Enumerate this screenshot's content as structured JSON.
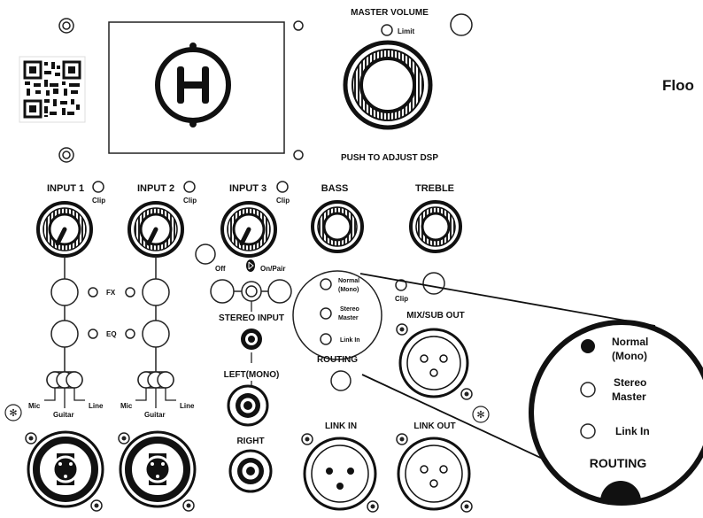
{
  "panel": {
    "master_volume": "MASTER VOLUME",
    "limit": "Limit",
    "push_to_adjust": "PUSH TO ADJUST DSP",
    "side_text": "Floo",
    "inputs": [
      {
        "label": "INPUT 1",
        "clip": "Clip"
      },
      {
        "label": "INPUT 2",
        "clip": "Clip"
      },
      {
        "label": "INPUT 3",
        "clip": "Clip"
      }
    ],
    "bass": "BASS",
    "treble": "TREBLE",
    "fx": "FX",
    "eq": "EQ",
    "mic": "Mic",
    "guitar": "Guitar",
    "line": "Line",
    "bt_off": "Off",
    "bt_on_pair": "On/Pair",
    "stereo_input": "STEREO INPUT",
    "left_mono": "LEFT(MONO)",
    "right": "RIGHT",
    "routing": {
      "normal_line1": "Normal",
      "normal_line2": "(Mono)",
      "stereo_line1": "Stereo",
      "stereo_line2": "Master",
      "link_in": "Link In",
      "title": "ROUTING"
    },
    "clip": "Clip",
    "mix_sub_out": "MIX/SUB OUT",
    "link_in": "LINK IN",
    "link_out": "LINK OUT"
  }
}
